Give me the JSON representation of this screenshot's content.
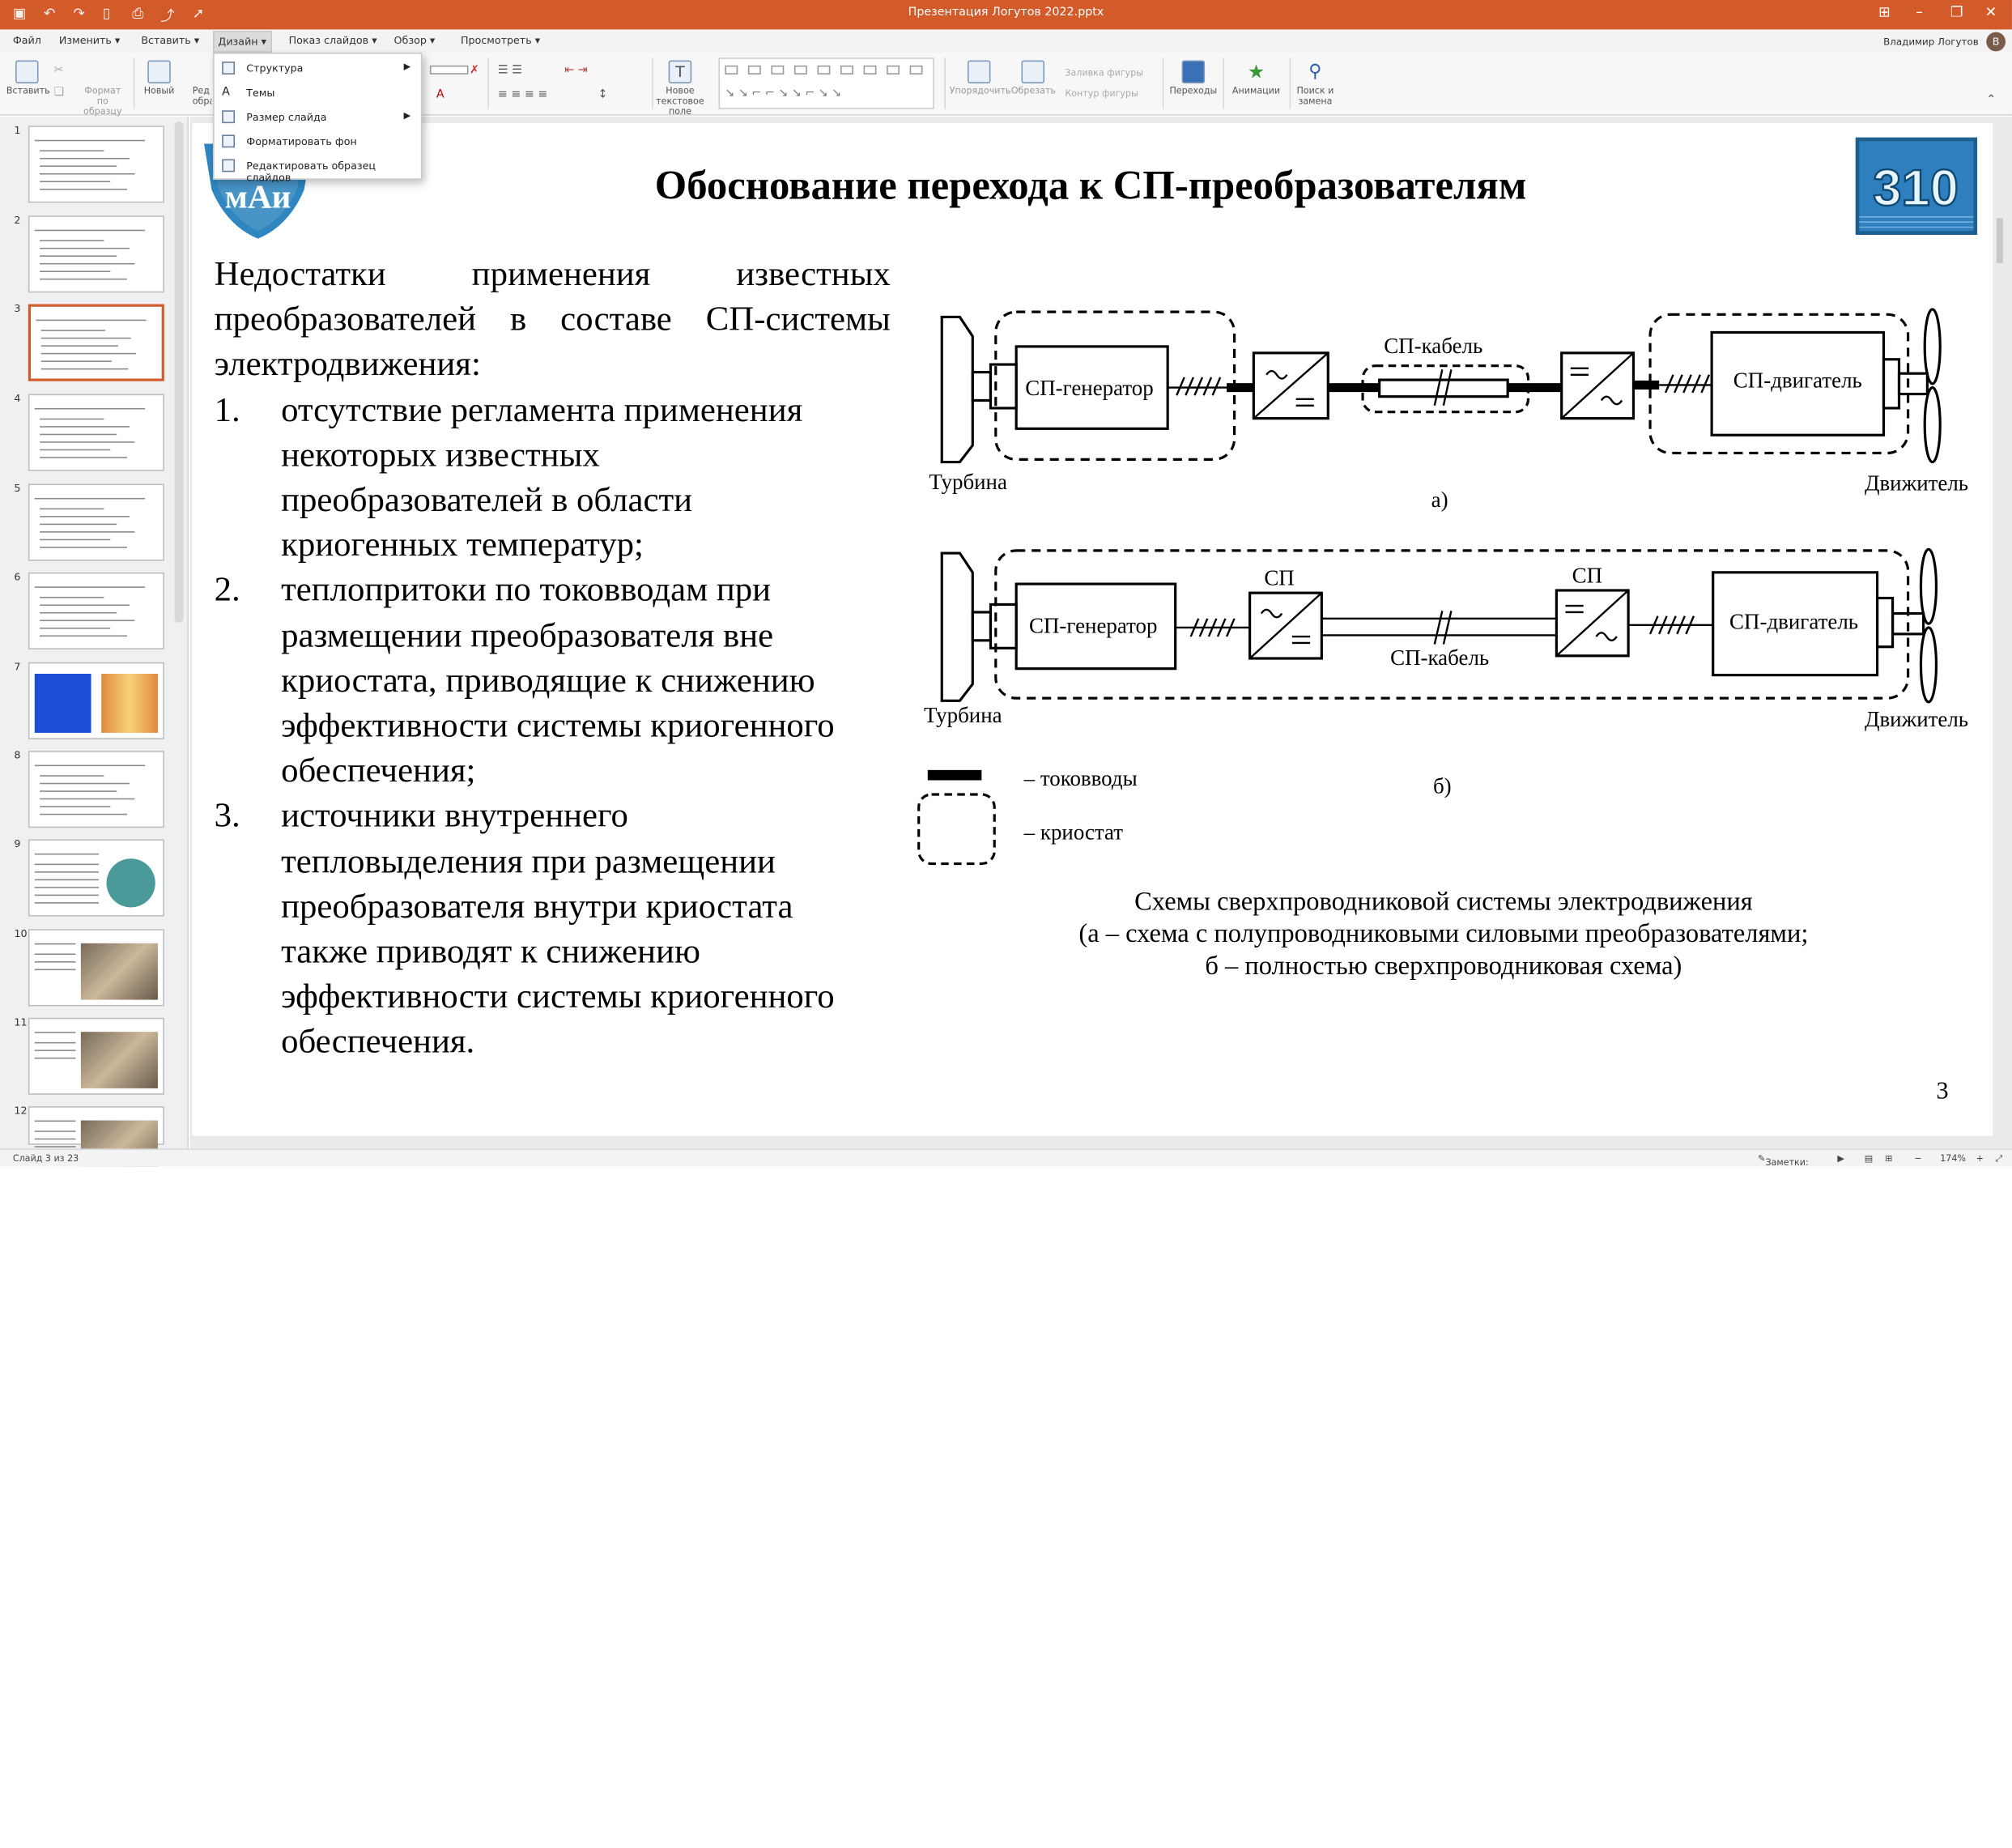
{
  "window": {
    "title": "Презентация Логутов 2022.pptx"
  },
  "menu": {
    "items": [
      "Файл",
      "Изменить",
      "Вставить",
      "Дизайн",
      "Показ слайдов",
      "Обзор",
      "Просмотреть"
    ],
    "user": "Владимир Логутов",
    "avatar_letter": "В"
  },
  "ribbon": {
    "paste": "Вставить",
    "format_painter": [
      "Формат",
      "по образцу"
    ],
    "new_slide": "Новый",
    "new_slide_partial": [
      "Ред",
      "обра"
    ],
    "textbox": [
      "Новое",
      "текстовое поле"
    ],
    "arrange": "Упорядочить",
    "crop": "Обрезать",
    "shape_fill": "Заливка фигуры",
    "shape_outline": "Контур фигуры",
    "transitions": "Переходы",
    "animations": "Анимации",
    "find_replace": [
      "Поиск и",
      "замена"
    ]
  },
  "dropdown": {
    "items": [
      "Структура",
      "Темы",
      "Размер слайда",
      "Форматировать фон",
      "Редактировать образец слайдов"
    ]
  },
  "thumbnails": [
    "1",
    "2",
    "3",
    "4",
    "5",
    "6",
    "7",
    "8",
    "9",
    "10",
    "11",
    "12"
  ],
  "slide": {
    "title": "Обоснование перехода к СП-преобразователям",
    "logo_left": "мАи",
    "logo_right": "310",
    "intro_lines": [
      "Недостатки применения известных",
      "преобразователей в составе СП-системы",
      "электродвижения:"
    ],
    "list": [
      {
        "num": "1.",
        "lines": [
          "отсутствие регламента применения",
          "некоторых известных",
          "преобразователей в области",
          "криогенных температур;"
        ]
      },
      {
        "num": "2.",
        "lines": [
          "теплопритоки по токовводам при",
          "размещении преобразователя вне",
          "криостата, приводящие к снижению",
          "эффективности системы криогенного",
          "обеспечения;"
        ]
      },
      {
        "num": "3.",
        "lines": [
          "источники внутреннего",
          "тепловыделения при размещении",
          "преобразователя внутри криостата",
          "также приводят к снижению",
          "эффективности системы криогенного",
          "обеспечения."
        ]
      }
    ],
    "diagram": {
      "generator": "СП-генератор",
      "motor": "СП-двигатель",
      "cable": "СП-кабель",
      "turbine": "Турбина",
      "propeller": "Движитель",
      "sp": "СП",
      "label_a": "а)",
      "label_b": "б)",
      "legend_leads": "– токовводы",
      "legend_cryostat": "– криостат"
    },
    "caption": [
      "Схемы сверхпроводниковой системы электродвижения",
      "(а – схема с полупроводниковыми силовыми преобразователями;",
      "б – полностью сверхпроводниковая схема)"
    ],
    "page_number": "3"
  },
  "status": {
    "slide_info": "Слайд 3 из 23",
    "notes": "Заметки: 0",
    "zoom": "174%"
  }
}
